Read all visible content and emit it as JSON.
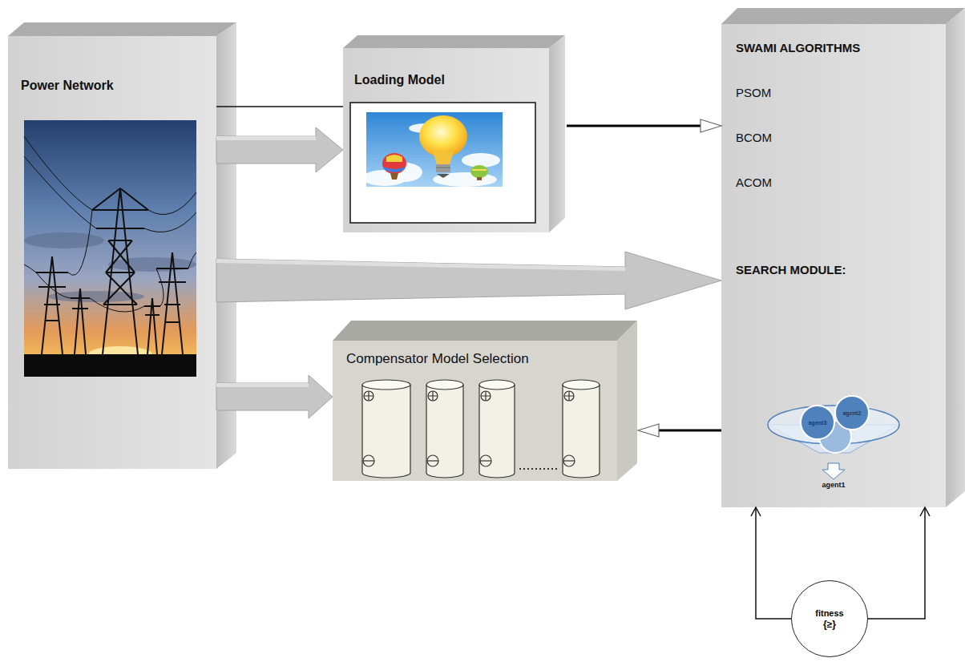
{
  "diagram": {
    "nodes": [
      {
        "text": [
          "Power Network"
        ]
      },
      {
        "text": [
          "Loading Model"
        ]
      },
      {
        "text": [
          "SWAMI ALGORITHMS",
          "PSOM",
          "BCOM",
          "ACOM",
          "SEARCH MODULE:"
        ]
      },
      {
        "text": [
          "agent3"
        ],
        "in": 2
      },
      {
        "text": [
          "agent2"
        ],
        "in": 2
      },
      {
        "text": [
          "Compensator Model Selection"
        ]
      },
      {
        "text": [
          "fitness",
          "{≥}"
        ]
      }
    ],
    "edges": [
      {
        "from": 0,
        "to": 1,
        "arrow": "to"
      },
      {
        "from": 0,
        "to": 1,
        "arrow": "none"
      },
      {
        "from": 1,
        "to": 2,
        "arrow": "to"
      },
      {
        "from": 0,
        "to": 2,
        "arrow": "to"
      },
      {
        "from": 0,
        "to": 5,
        "arrow": "to"
      },
      {
        "from": 2,
        "to": 5,
        "arrow": "to"
      },
      {
        "from": 6,
        "to": 2,
        "arrow": "to"
      },
      {
        "from": 6,
        "to": 2,
        "arrow": "to"
      }
    ],
    "labels": [
      "agent1"
    ]
  }
}
